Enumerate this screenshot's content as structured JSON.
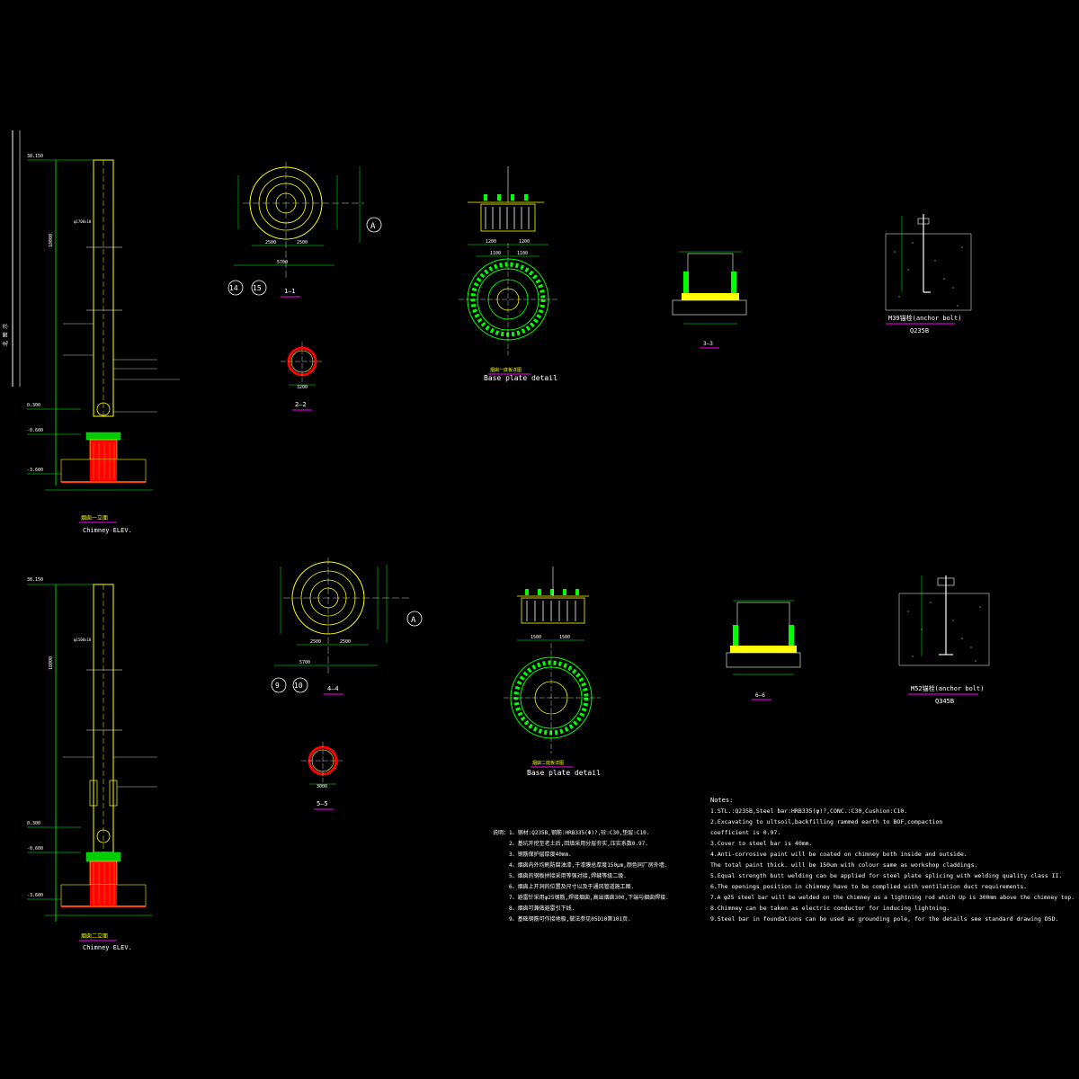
{
  "colors": {
    "background": "#000000",
    "outline": "#ffff00",
    "dimension": "#00ff00",
    "text": "#ffffff",
    "concrete": "#ff0000",
    "title_underline": "#ff00ff",
    "bolt_ring": "#00ff00"
  },
  "elevation_top": {
    "title_cn": "烟囱一立面",
    "title_en": "Chimney ELEV.",
    "top_mark": "38.150",
    "mark_a": "0.300",
    "mark_b": "-0.600",
    "mark_c": "-3.600",
    "height_dim": "18000",
    "pipe_label": "φ1700x10",
    "left_label": "北 图 示"
  },
  "elevation_bottom": {
    "title_cn": "烟囱二立面",
    "title_en": "Chimney ELEV.",
    "top_mark": "38.150",
    "mark_a": "0.300",
    "mark_b": "-0.600",
    "mark_c": "-3.600",
    "height_dim": "18000",
    "pipe_label": "φ1500x10"
  },
  "section_1": {
    "title": "1—1",
    "axis_a": "A",
    "axis_left": "14",
    "axis_right": "15",
    "dim_a": "2500",
    "dim_b": "2500",
    "dim_total": "5700"
  },
  "section_2": {
    "title": "2—2",
    "dim": "3200"
  },
  "section_3": {
    "title": "3—3"
  },
  "section_4": {
    "title": "4—4",
    "axis_a": "A",
    "axis_left": "9",
    "axis_right": "10",
    "dim_a": "2500",
    "dim_b": "2500",
    "dim_total": "5700"
  },
  "section_5": {
    "title": "5—5",
    "dim": "3000"
  },
  "section_6": {
    "title": "6—6"
  },
  "base_plate_top": {
    "title_cn": "烟囱一底板详图",
    "title_en": "Base plate detail",
    "dim_a": "1200",
    "dim_b": "1200",
    "dim_c": "1100",
    "dim_d": "1100"
  },
  "base_plate_bottom": {
    "title_cn": "烟囱二底板详图",
    "title_en": "Base plate detail",
    "dim_a": "1500",
    "dim_b": "1500"
  },
  "anchor_top": {
    "title": "M39锚栓(anchor bolt)",
    "grade": "Q235B"
  },
  "anchor_bottom": {
    "title": "M52锚栓(anchor bolt)",
    "grade": "Q345B"
  },
  "notes_cn": {
    "heading": "说明：",
    "items": [
      "1、钢材:Q235B,钢筋:HRB335(Φ)?,砼:C30,垫层:C10.",
      "2、基坑开挖至老土后,回填采用分层夯实,压实系数0.97.",
      "3、钢筋保护层厚度40mm.",
      "4、烟囱内外均刷防腐油漆,干漆膜总厚度150μm,颜色同厂房外墙.",
      "5、烟囱的钢板拼接采用等强对接,焊缝等级二级.",
      "6、烟囱上开洞的位置及尺寸以及于通风管道施工图.",
      "7、避雷针采用φ25钢筋,焊接烟囱,高出烟囱300,下端与烟囱焊接.",
      "8、烟囱可兼做避雷引下线.",
      "9、基础钢筋可作接地极,做法参见05D10第101页."
    ]
  },
  "notes_en": {
    "heading": "Notes:",
    "items": [
      "1.STL.:Q235B,Steel bar:HRB335(φ)?,CONC.:C30,Cushion:C10.",
      "2.Excavating to ultsoil,backfilling rammed earth to BOF,compaction",
      "   coefficient is 0.97.",
      "3.Cover to steel bar is 40mm.",
      "4.Anti-corrosive paint will be coated on chimney both inside and outside.",
      "   The total paint thick. will be 150um with colour same as workshop claddings.",
      "5.Equal strength butt welding can be applied for steel plate splicing with welding quality class II.",
      "6.The openings position in chimney have to be complied with ventilation duct requirements.",
      "7.A φ25 steel bar will be welded on the chimney as a lightning rod which Up is 300mm above the chimney top.",
      "8.Chimney can be taken as electric conductor for inducing lightning.",
      "9.Steel bar in foundations can be used as grounding pole, for the details see standard drawing D5D."
    ]
  }
}
